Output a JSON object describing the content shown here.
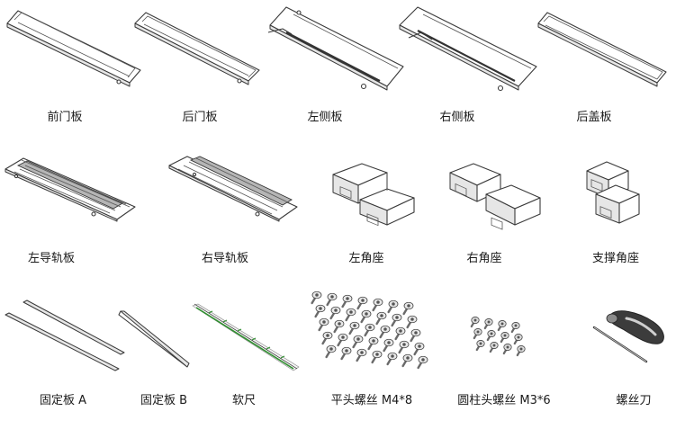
{
  "parts": [
    {
      "id": "front-door-panel",
      "label": "前门板"
    },
    {
      "id": "rear-door-panel",
      "label": "后门板"
    },
    {
      "id": "left-side-panel",
      "label": "左侧板"
    },
    {
      "id": "right-side-panel",
      "label": "右侧板"
    },
    {
      "id": "rear-cover-panel",
      "label": "后盖板"
    },
    {
      "id": "left-guide-rail-panel",
      "label": "左导轨板"
    },
    {
      "id": "right-guide-rail-panel",
      "label": "右导轨板"
    },
    {
      "id": "left-corner-seat",
      "label": "左角座"
    },
    {
      "id": "right-corner-seat",
      "label": "右角座"
    },
    {
      "id": "support-corner-seat",
      "label": "支撑角座"
    },
    {
      "id": "fixing-plate-a",
      "label": "固定板 A"
    },
    {
      "id": "fixing-plate-b",
      "label": "固定板 B"
    },
    {
      "id": "soft-ruler",
      "label": "软尺"
    },
    {
      "id": "flat-head-screw",
      "label": "平头螺丝 M4*8"
    },
    {
      "id": "cylinder-head-screw",
      "label": "圆柱头螺丝 M3*6"
    },
    {
      "id": "screwdriver",
      "label": "螺丝刀"
    }
  ]
}
